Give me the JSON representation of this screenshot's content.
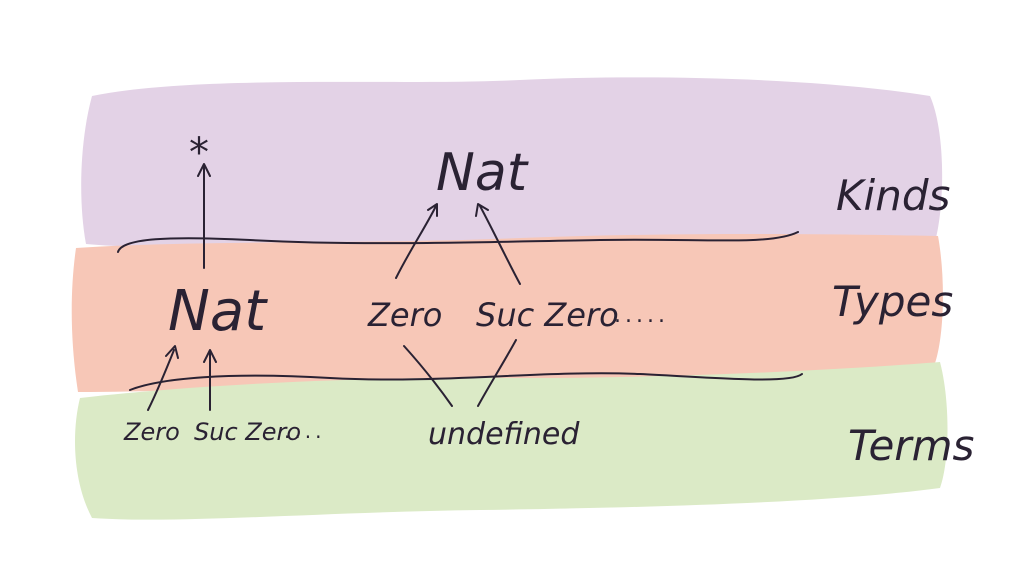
{
  "diagram": {
    "layers": {
      "kinds": {
        "label": "Kinds",
        "color": "#e3d2e6"
      },
      "types": {
        "label": "Types",
        "color": "#f7c7b7"
      },
      "terms": {
        "label": "Terms",
        "color": "#dbeac6"
      }
    },
    "kinds_row": {
      "star": "*",
      "nat": "Nat"
    },
    "types_row": {
      "nat": "Nat",
      "zero": "Zero",
      "suc_zero": "Suc Zero",
      "ellipsis": "....."
    },
    "terms_row": {
      "zero": "Zero",
      "suc_zero": "Suc Zero",
      "ellipsis": "....",
      "undefined": "undefined"
    },
    "ink_color": "#2a2233"
  }
}
